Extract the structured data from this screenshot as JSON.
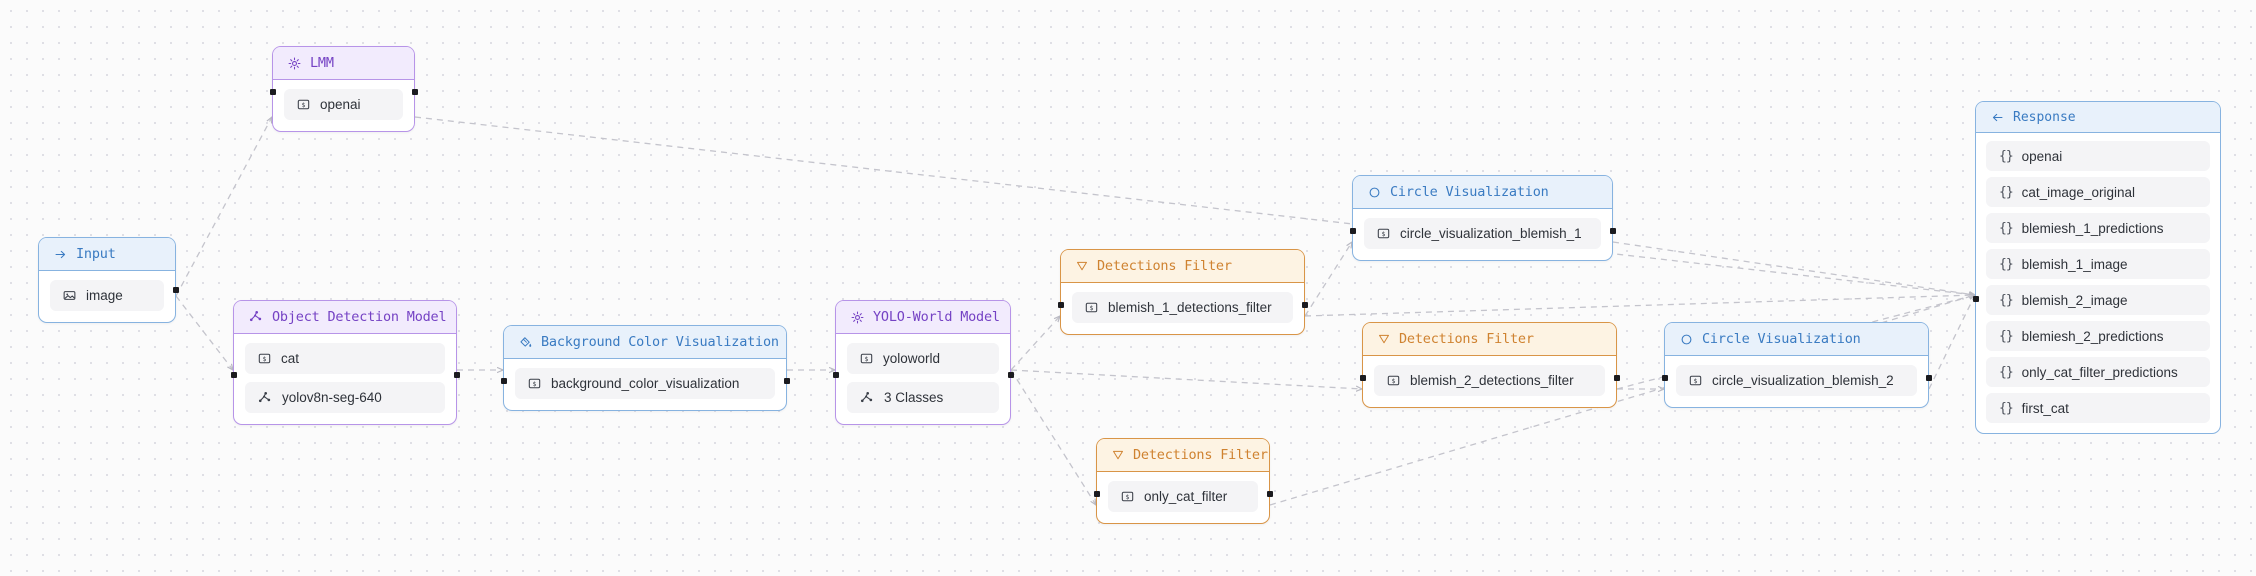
{
  "canvas": {
    "background": "#fbfbfb",
    "grid_dot_color": "#d6d6de",
    "edge_color": "#c4c4cc",
    "edge_style": "dashed"
  },
  "palette": {
    "purple_border": "#b794e8",
    "purple_header_bg": "#f2ebfd",
    "purple_text": "#7542c4",
    "blue_border": "#87b3e0",
    "blue_header_bg": "#e8f1fb",
    "blue_text": "#3a7bc2",
    "amber_border": "#d99547",
    "amber_header_bg": "#fdf3e3",
    "amber_text": "#cf8230",
    "chip_bg": "#f4f4f6",
    "chip_text": "#2e3239"
  },
  "nodes": {
    "lmm": {
      "title": "LMM",
      "icon": "gear-icon",
      "chips": [
        {
          "label": "openai",
          "icon": "step-icon"
        }
      ]
    },
    "input": {
      "title": "Input",
      "icon": "arrow-right-icon",
      "chips": [
        {
          "label": "image",
          "icon": "image-icon"
        }
      ]
    },
    "object_detection_model": {
      "title": "Object Detection Model",
      "icon": "model-icon",
      "chips": [
        {
          "label": "cat",
          "icon": "step-icon"
        },
        {
          "label": "yolov8n-seg-640",
          "icon": "model-icon"
        }
      ]
    },
    "background_color_visualization": {
      "title": "Background Color Visualization",
      "icon": "paint-bucket-icon",
      "chips": [
        {
          "label": "background_color_visualization",
          "icon": "step-icon"
        }
      ]
    },
    "yolo_world_model": {
      "title": "YOLO-World Model",
      "icon": "gear-icon",
      "chips": [
        {
          "label": "yoloworld",
          "icon": "step-icon"
        },
        {
          "label": "3 Classes",
          "icon": "model-icon"
        }
      ]
    },
    "detections_filter_1": {
      "title": "Detections Filter",
      "icon": "funnel-icon",
      "chips": [
        {
          "label": "blemish_1_detections_filter",
          "icon": "step-icon"
        }
      ]
    },
    "detections_filter_2": {
      "title": "Detections Filter",
      "icon": "funnel-icon",
      "chips": [
        {
          "label": "blemish_2_detections_filter",
          "icon": "step-icon"
        }
      ]
    },
    "detections_filter_3": {
      "title": "Detections Filter",
      "icon": "funnel-icon",
      "chips": [
        {
          "label": "only_cat_filter",
          "icon": "step-icon"
        }
      ]
    },
    "circle_visualization_1": {
      "title": "Circle Visualization",
      "icon": "circle-icon",
      "chips": [
        {
          "label": "circle_visualization_blemish_1",
          "icon": "step-icon"
        }
      ]
    },
    "circle_visualization_2": {
      "title": "Circle Visualization",
      "icon": "circle-icon",
      "chips": [
        {
          "label": "circle_visualization_blemish_2",
          "icon": "step-icon"
        }
      ]
    }
  },
  "response_panel": {
    "title": "Response",
    "icon": "arrow-left-icon",
    "rows": [
      {
        "label": "openai",
        "icon": "braces-icon"
      },
      {
        "label": "cat_image_original",
        "icon": "braces-icon"
      },
      {
        "label": "blemiesh_1_predictions",
        "icon": "braces-icon"
      },
      {
        "label": "blemish_1_image",
        "icon": "braces-icon"
      },
      {
        "label": "blemish_2_image",
        "icon": "braces-icon"
      },
      {
        "label": "blemiesh_2_predictions",
        "icon": "braces-icon"
      },
      {
        "label": "only_cat_filter_predictions",
        "icon": "braces-icon"
      },
      {
        "label": "first_cat",
        "icon": "braces-icon"
      }
    ]
  }
}
